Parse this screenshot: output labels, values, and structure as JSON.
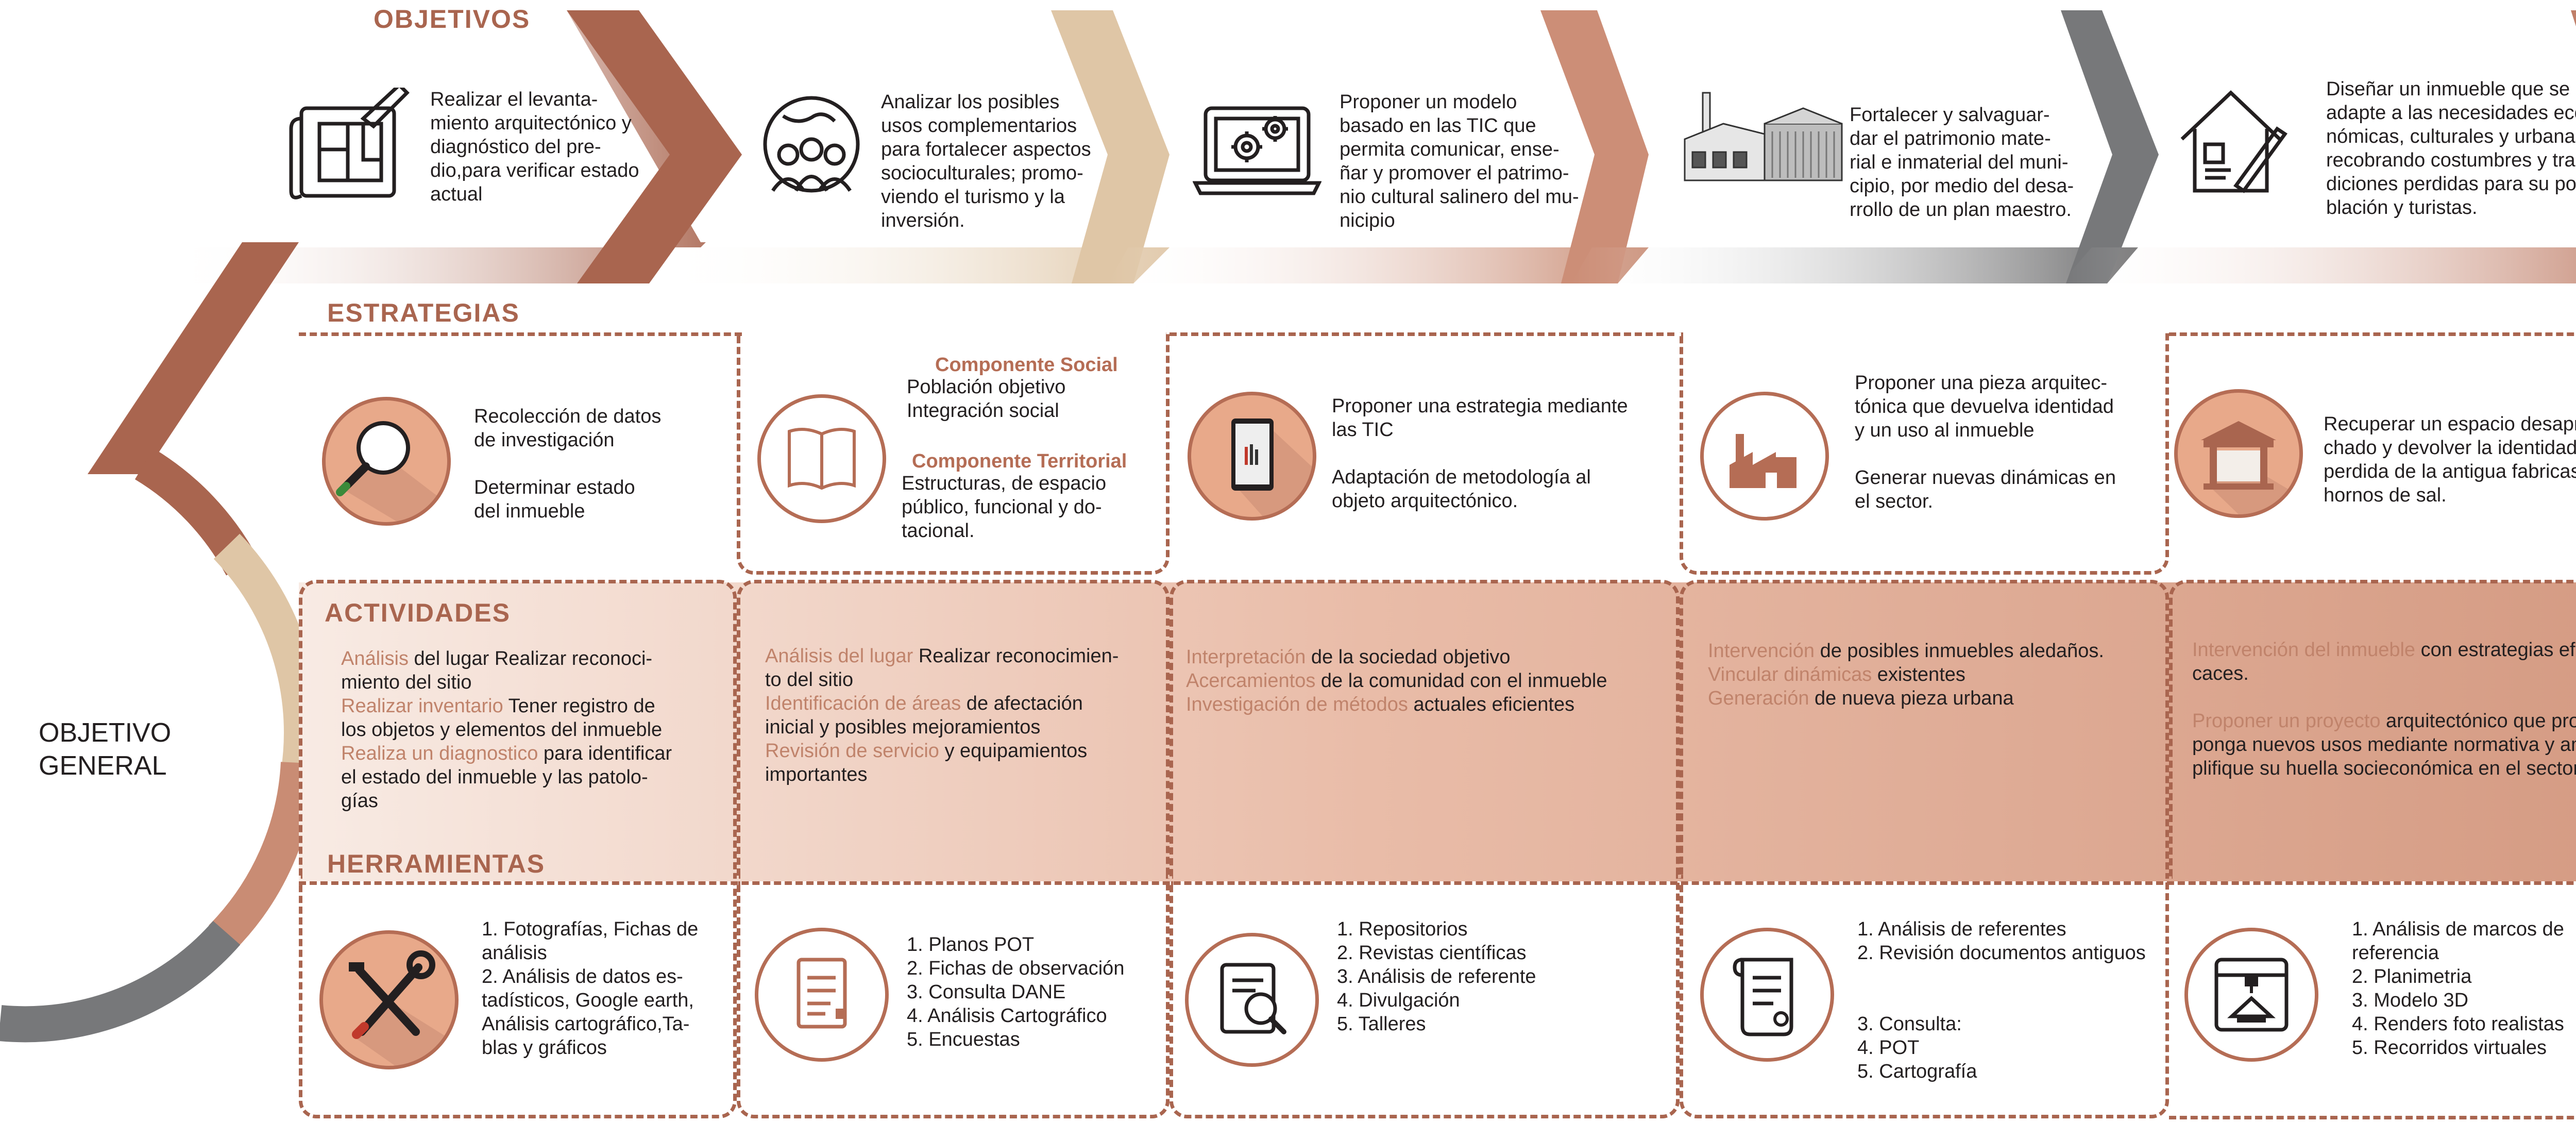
{
  "colors": {
    "accent": "#a9654f",
    "light": "#e8a98a",
    "beige": "#dfc6a6",
    "gray": "#7a7a7a"
  },
  "sections": {
    "objetivos": "OBJETIVOS",
    "estrategias": "ESTRATEGIAS",
    "actividades": "ACTIVIDADES",
    "herramientas": "HERRAMIENTAS",
    "objetivo_general": [
      "OBJETIVO",
      "GENERAL"
    ]
  },
  "objetivos": [
    {
      "icon": "blueprint-icon",
      "lines": [
        "Realizar el levanta-",
        "miento arquitectónico y",
        "diagnóstico del pre-",
        "dio,para verificar estado",
        "actual"
      ]
    },
    {
      "icon": "community-globe-icon",
      "lines": [
        "Analizar los posibles",
        "usos complementarios",
        "para fortalecer aspectos",
        "socioculturales; promo-",
        "viendo el turismo y la",
        "inversión."
      ]
    },
    {
      "icon": "laptop-gears-icon",
      "lines": [
        "Proponer un modelo",
        "basado en las TIC que",
        "permita comunicar, ense-",
        "ñar y promover el patrimo-",
        "nio cultural salinero del mu-",
        "nicipio"
      ]
    },
    {
      "icon": "factory-building-icon",
      "lines": [
        "Fortalecer y salvaguar-",
        "dar el patrimonio mate-",
        "rial e inmaterial del muni-",
        "cipio, por medio del desa-",
        "rrollo de un plan maestro."
      ]
    },
    {
      "icon": "house-design-icon",
      "lines": [
        "Diseñar un inmueble que se",
        "adapte a las necesidades eco-",
        "nómicas, culturales y urbanas;",
        "recobrando costumbres y tra-",
        "diciones perdidas para su po-",
        "blación y turistas."
      ]
    }
  ],
  "estrategias": [
    {
      "icon": "magnifier-icon",
      "lines": [
        "Recolección de datos",
        "de investigación",
        "",
        "Determinar estado",
        "del inmueble"
      ]
    },
    {
      "icon": "open-book-icon",
      "social_title": "Componente Social",
      "social_lines": [
        "Población objetivo",
        "Integración social"
      ],
      "territorial_title": "Componente Territorial",
      "territorial_lines": [
        "Estructuras, de espacio",
        "público, funcional  y do-",
        "tacional."
      ]
    },
    {
      "icon": "tablet-icon",
      "lines": [
        "Proponer una estrategia mediante",
        "las TIC",
        "",
        "Adaptación de metodología al",
        "objeto arquitectónico."
      ]
    },
    {
      "icon": "factory-icon",
      "lines": [
        "Proponer una pieza arquitec-",
        "tónica que devuelva identidad",
        "y un uso al inmueble",
        "",
        "Generar  nuevas dinámicas en",
        "el sector."
      ]
    },
    {
      "icon": "pavilion-icon",
      "lines": [
        "Recuperar un espacio desaprove-",
        "chado y devolver la identidad",
        "perdida de la antigua fabricas de",
        "hornos de sal."
      ]
    }
  ],
  "actividades": [
    {
      "lines": [
        [
          {
            "t": "Análisis",
            "h": true
          },
          {
            "t": " del lugar  Realizar reconoci-"
          }
        ],
        [
          {
            "t": "miento del sitio"
          }
        ],
        [
          {
            "t": "Realizar inventario",
            "h": true
          },
          {
            "t": " Tener registro de"
          }
        ],
        [
          {
            "t": "los objetos y elementos del inmueble"
          }
        ],
        [
          {
            "t": "Realiza un diagnostico",
            "h": true
          },
          {
            "t": " para identificar"
          }
        ],
        [
          {
            "t": "el estado del inmueble y las patolo-"
          }
        ],
        [
          {
            "t": "gías"
          }
        ]
      ]
    },
    {
      "lines": [
        [
          {
            "t": "Análisis del lugar",
            "h": true
          },
          {
            "t": "  Realizar reconocimien-"
          }
        ],
        [
          {
            "t": "to del sitio"
          }
        ],
        [
          {
            "t": "Identificación de áreas",
            "h": true
          },
          {
            "t": " de afectación"
          }
        ],
        [
          {
            "t": "inicial y posibles mejoramientos"
          }
        ],
        [
          {
            "t": "Revisión de servicio",
            "h": true
          },
          {
            "t": " y equipamientos"
          }
        ],
        [
          {
            "t": "importantes"
          }
        ]
      ]
    },
    {
      "lines": [
        [
          {
            "t": "Interpretación",
            "h": true
          },
          {
            "t": " de la sociedad objetivo"
          }
        ],
        [
          {
            "t": "Acercamientos",
            "h": true
          },
          {
            "t": " de la comunidad con el inmueble"
          }
        ],
        [
          {
            "t": "Investigación de métodos",
            "h": true
          },
          {
            "t": " actuales eficientes"
          }
        ]
      ]
    },
    {
      "lines": [
        [
          {
            "t": "Intervención",
            "h": true
          },
          {
            "t": " de posibles inmuebles aledaños."
          }
        ],
        [
          {
            "t": "Vincular dinámicas",
            "h": true
          },
          {
            "t": " existentes"
          }
        ],
        [
          {
            "t": "Generación",
            "h": true
          },
          {
            "t": " de nueva pieza urbana"
          }
        ]
      ]
    },
    {
      "lines": [
        [
          {
            "t": "Intervención del inmueble",
            "h": true
          },
          {
            "t": " con estrategias efi-"
          }
        ],
        [
          {
            "t": "caces."
          }
        ],
        [
          {
            "t": ""
          }
        ],
        [
          {
            "t": "Proponer un proyecto",
            "h": true
          },
          {
            "t": " arquitectónico que pro-"
          }
        ],
        [
          {
            "t": "ponga nuevos usos mediante normativa y am-"
          }
        ],
        [
          {
            "t": "plifique su huella socieconómica en el sector."
          }
        ]
      ]
    }
  ],
  "herramientas": [
    {
      "icon": "tools-icon",
      "lines": [
        "1. Fotografías, Fichas de",
        "análisis",
        "2. Análisis de datos es-",
        "tadísticos, Google earth,",
        "Análisis cartográfico,Ta-",
        "blas y gráficos"
      ]
    },
    {
      "icon": "checklist-icon",
      "lines": [
        "1. Planos POT",
        "2. Fichas de observación",
        "3. Consulta DANE",
        "4. Análisis Cartográfico",
        "5. Encuestas"
      ]
    },
    {
      "icon": "report-search-icon",
      "lines": [
        "1. Repositorios",
        "2. Revistas científicas",
        "3. Análisis de referente",
        "4. Divulgación",
        "5. Talleres"
      ]
    },
    {
      "icon": "scroll-document-icon",
      "lines": [
        "1. Análisis de referentes",
        "2. Revisión documentos antiguos",
        "",
        "",
        "3. Consulta:",
        "4. POT",
        "5. Cartografía"
      ]
    },
    {
      "icon": "3d-printer-icon",
      "lines": [
        "1. Análisis  de marcos de",
        "referencia",
        "2. Planimetria",
        "3. Modelo 3D",
        "4. Renders foto realistas",
        "5. Recorridos virtuales"
      ]
    }
  ]
}
